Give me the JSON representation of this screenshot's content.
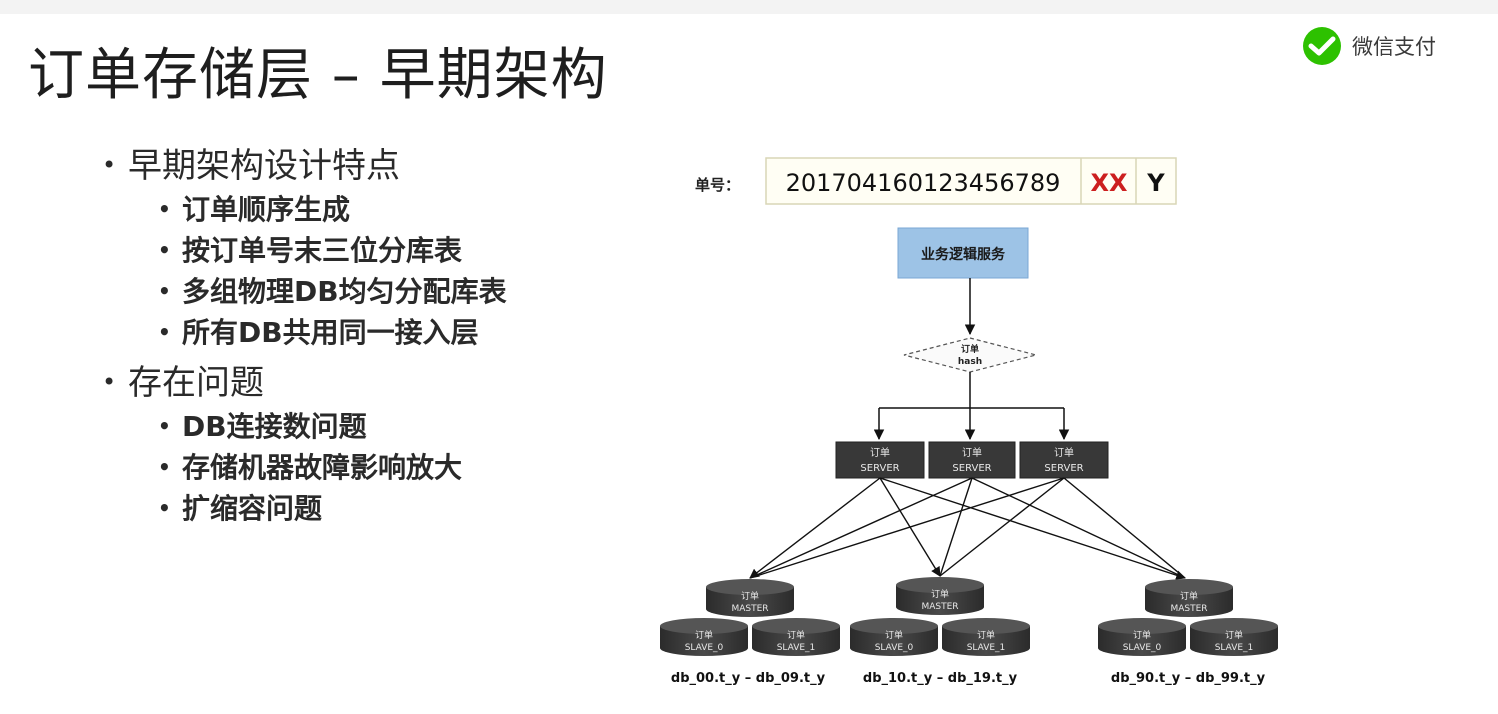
{
  "slide": {
    "title": "订单存储层 – 早期架构",
    "brand": "微信支付",
    "brand_color": "#2dc100"
  },
  "sections": [
    {
      "heading": "早期架构设计特点",
      "items": [
        "订单顺序生成",
        "按订单号末三位分库表",
        "多组物理DB均匀分配库表",
        "所有DB共用同一接入层"
      ]
    },
    {
      "heading": "存在问题",
      "items": [
        "DB连接数问题",
        "存储机器故障影响放大",
        "扩缩容问题"
      ]
    }
  ],
  "diagram": {
    "order_no": {
      "label": "单号：",
      "digits": "201704160123456789",
      "xx": "XX",
      "y": "Y",
      "xx_color": "#cc1f1f"
    },
    "service": "业务逻辑服务",
    "service_color": "#9dc3e6",
    "hash": [
      "订单",
      "hash"
    ],
    "servers": [
      [
        "订单",
        "SERVER"
      ],
      [
        "订单",
        "SERVER"
      ],
      [
        "订单",
        "SERVER"
      ]
    ],
    "db_groups": [
      {
        "master": [
          "订单",
          "MASTER"
        ],
        "slaves": [
          [
            "订单",
            "SLAVE_0"
          ],
          [
            "订单",
            "SLAVE_1"
          ]
        ],
        "range": "db_00.t_y – db_09.t_y"
      },
      {
        "master": [
          "订单",
          "MASTER"
        ],
        "slaves": [
          [
            "订单",
            "SLAVE_0"
          ],
          [
            "订单",
            "SLAVE_1"
          ]
        ],
        "range": "db_10.t_y – db_19.t_y"
      },
      {
        "master": [
          "订单",
          "MASTER"
        ],
        "slaves": [
          [
            "订单",
            "SLAVE_0"
          ],
          [
            "订单",
            "SLAVE_1"
          ]
        ],
        "range": "db_90.t_y – db_99.t_y"
      }
    ]
  }
}
